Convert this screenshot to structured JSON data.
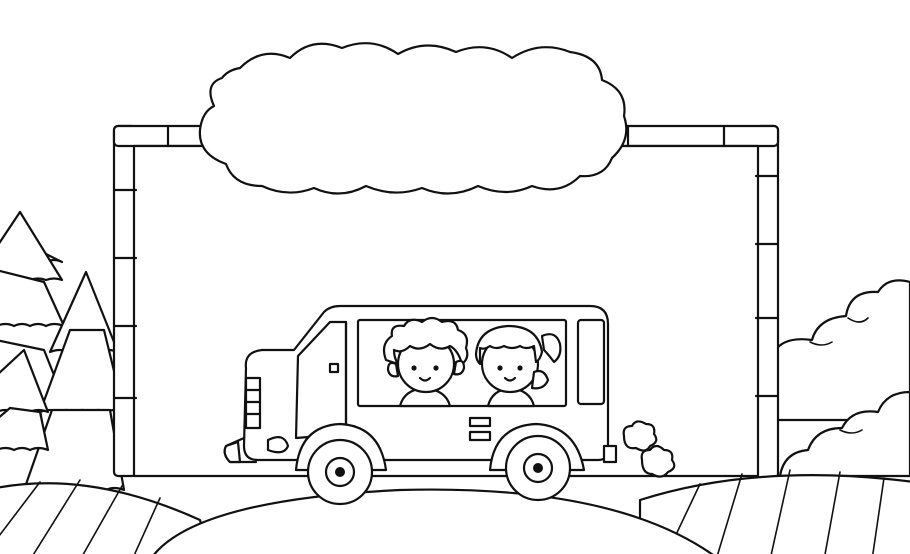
{
  "scene": {
    "background_color": "#ffffff",
    "line_color": "#111111",
    "elements": [
      "cloud-banner",
      "frame-pipe",
      "pine-trees",
      "bushes",
      "hills",
      "van",
      "boy",
      "girl",
      "exhaust-puffs"
    ]
  }
}
